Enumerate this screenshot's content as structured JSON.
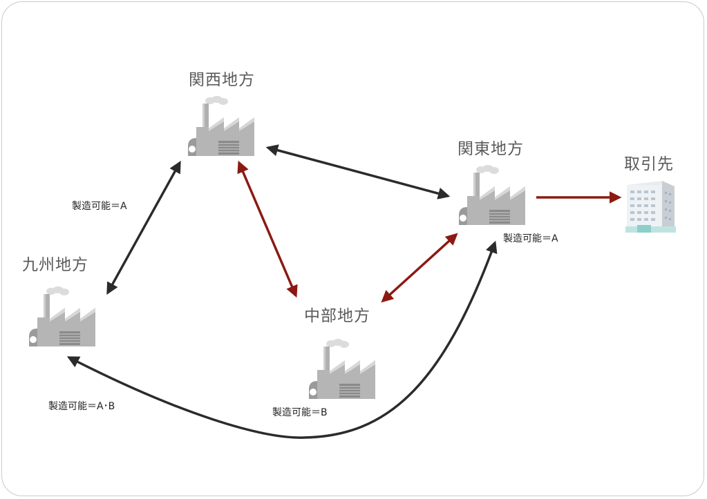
{
  "regions": {
    "kansai": "関西地方",
    "kanto": "関東地方",
    "kyushu": "九州地方",
    "chubu": "中部地方"
  },
  "customer": "取引先",
  "capabilities": {
    "kansai": "製造可能＝A",
    "kanto": "製造可能＝A",
    "kyushu": "製造可能＝A･B",
    "chubu": "製造可能＝B"
  },
  "colors": {
    "dark_arrow": "#2b2b2b",
    "red_arrow": "#8b1a12",
    "factory": "#b4b4b4",
    "factory_dark": "#7a7a7a"
  }
}
